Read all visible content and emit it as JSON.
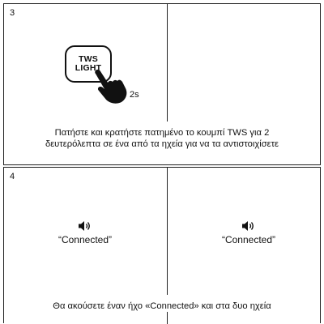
{
  "step_top": {
    "number": "3"
  },
  "button": {
    "line1": "TWS",
    "line2": "LIGHT"
  },
  "duration": "2s",
  "caption_top": {
    "line1": "Πατήστε και κρατήστε πατημένο το κουμπί TWS για 2",
    "line2": "δευτερόλεπτα σε ένα από τα ηχεία για να τα αντιστοιχίσετε"
  },
  "step_bottom": {
    "number": "4"
  },
  "speakers": [
    {
      "label": "“Connected”",
      "icon": "speaker-sound-icon"
    },
    {
      "label": "“Connected”",
      "icon": "speaker-sound-icon"
    }
  ],
  "caption_bottom": "Θα ακούσετε έναν ήχο «Connected» και στα δυο ηχεία"
}
